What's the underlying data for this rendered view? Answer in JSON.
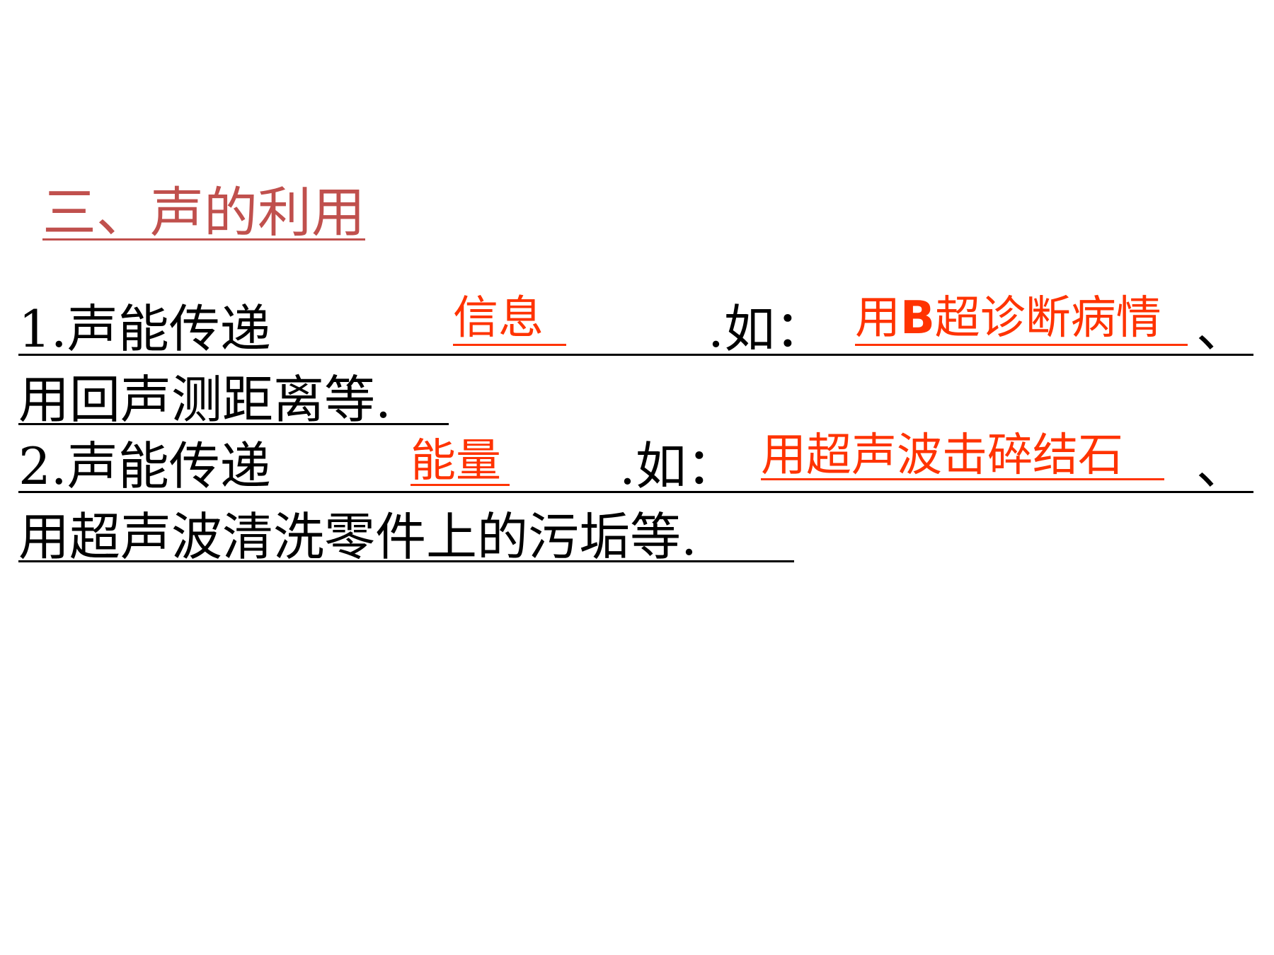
{
  "heading": "三、声的利用",
  "item1": {
    "number": "1.",
    "prefix": "声能传递",
    "answer": "信息",
    "mid": ".如：",
    "example_answer_part1": "用",
    "example_answer_bold": "B",
    "example_answer_part2": "超诊断病情",
    "sep": "、",
    "continuation": "用回声测距离等."
  },
  "item2": {
    "number": "2.",
    "prefix": "声能传递",
    "answer": "能量",
    "mid": ".如：",
    "example_answer": "用超声波击碎结石",
    "sep": "、",
    "continuation": "用超声波清洗零件上的污垢等."
  },
  "colors": {
    "heading": "#c0504d",
    "answer": "#ff3300",
    "text": "#000000"
  }
}
